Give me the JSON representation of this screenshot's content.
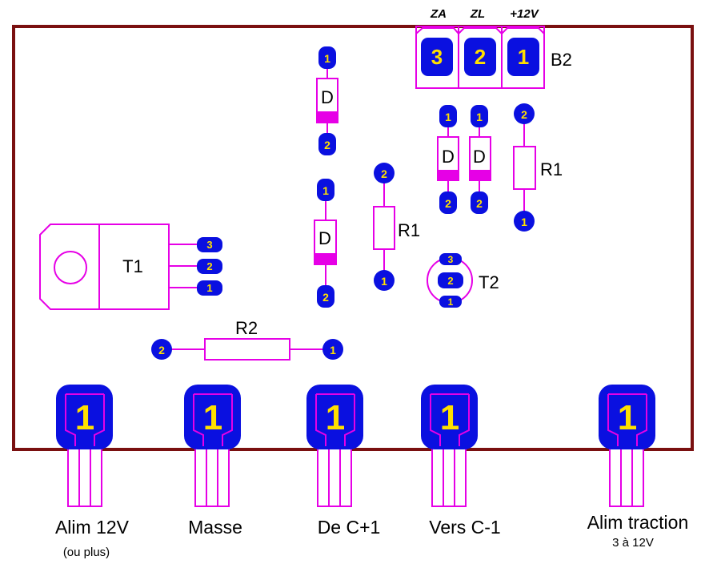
{
  "board": {
    "border_color": "#7a1010",
    "silk_color": "#e600e6",
    "pad_color": "#0a10e0",
    "pad_text_color": "#ffe000"
  },
  "connector_b2": {
    "ref": "B2",
    "pins": [
      "3",
      "2",
      "1"
    ],
    "signals": [
      "ZA",
      "ZL",
      "+12V"
    ]
  },
  "components": {
    "d_top": {
      "ref": "D",
      "pin_a": "1",
      "pin_b": "2"
    },
    "d_mid": {
      "ref": "D",
      "pin_a": "1",
      "pin_b": "2"
    },
    "d_right1": {
      "ref": "D",
      "pin_a": "1",
      "pin_b": "2"
    },
    "d_right2": {
      "ref": "D",
      "pin_a": "1",
      "pin_b": "2"
    },
    "r1_mid": {
      "ref": "R1",
      "pin_a": "2",
      "pin_b": "1"
    },
    "r1_right": {
      "ref": "R1",
      "pin_a": "2",
      "pin_b": "1"
    },
    "r2": {
      "ref": "R2",
      "pin_a": "2",
      "pin_b": "1"
    },
    "t1": {
      "ref": "T1",
      "pins": [
        "3",
        "2",
        "1"
      ]
    },
    "t2": {
      "ref": "T2",
      "pins": [
        "3",
        "2",
        "1"
      ]
    }
  },
  "terminals": [
    {
      "pin": "1",
      "label": "Alim 12V",
      "sublabel": "(ou plus)"
    },
    {
      "pin": "1",
      "label": "Masse",
      "sublabel": ""
    },
    {
      "pin": "1",
      "label": "De C+1",
      "sublabel": ""
    },
    {
      "pin": "1",
      "label": "Vers C-1",
      "sublabel": ""
    },
    {
      "pin": "1",
      "label": "Alim traction",
      "sublabel": "3 à 12V"
    }
  ]
}
